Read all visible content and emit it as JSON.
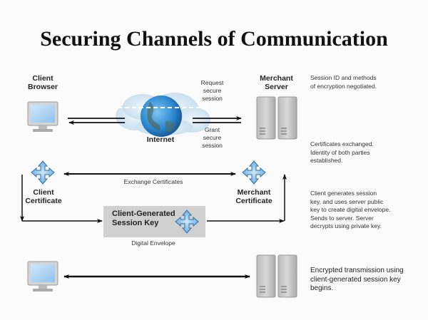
{
  "title": "Securing Channels of Communication",
  "nodes": {
    "client_browser": "Client\nBrowser",
    "client_browser_line1": "Client",
    "client_browser_line2": "Browser",
    "internet": "Internet",
    "merchant_server_line1": "Merchant",
    "merchant_server_line2": "Server",
    "client_certificate_line1": "Client",
    "client_certificate_line2": "Certificate",
    "merchant_certificate_line1": "Merchant",
    "merchant_certificate_line2": "Certificate",
    "session_key_line1": "Client-Generated",
    "session_key_line2": "Session Key"
  },
  "edge_labels": {
    "request_line1": "Request",
    "request_line2": "secure",
    "request_line3": "session",
    "grant_line1": "Grant",
    "grant_line2": "secure",
    "grant_line3": "session",
    "exchange_certificates": "Exchange Certificates",
    "digital_envelope": "Digital Envelope"
  },
  "notes": {
    "step1_line1": "Session ID and methods",
    "step1_line2": "of encryption negotiated.",
    "step2_line1": "Certificates exchanged.",
    "step2_line2": "Identity of both parties",
    "step2_line3": "established.",
    "step3_line1": "Client generates session",
    "step3_line2": "key, and uses server public",
    "step3_line3": "key to create digital envelope.",
    "step3_line4": "Sends to server.  Server",
    "step3_line5": "decrypts using private key.",
    "step4_line1": "Encrypted transmission using",
    "step4_line2": "client-generated session key",
    "step4_line3": "begins."
  },
  "colors": {
    "arrow": "#111111",
    "certificate_blue": "#6aaee6",
    "envelope_gray": "#d0d0d0",
    "monitor_screen": "#a9d3f3"
  }
}
